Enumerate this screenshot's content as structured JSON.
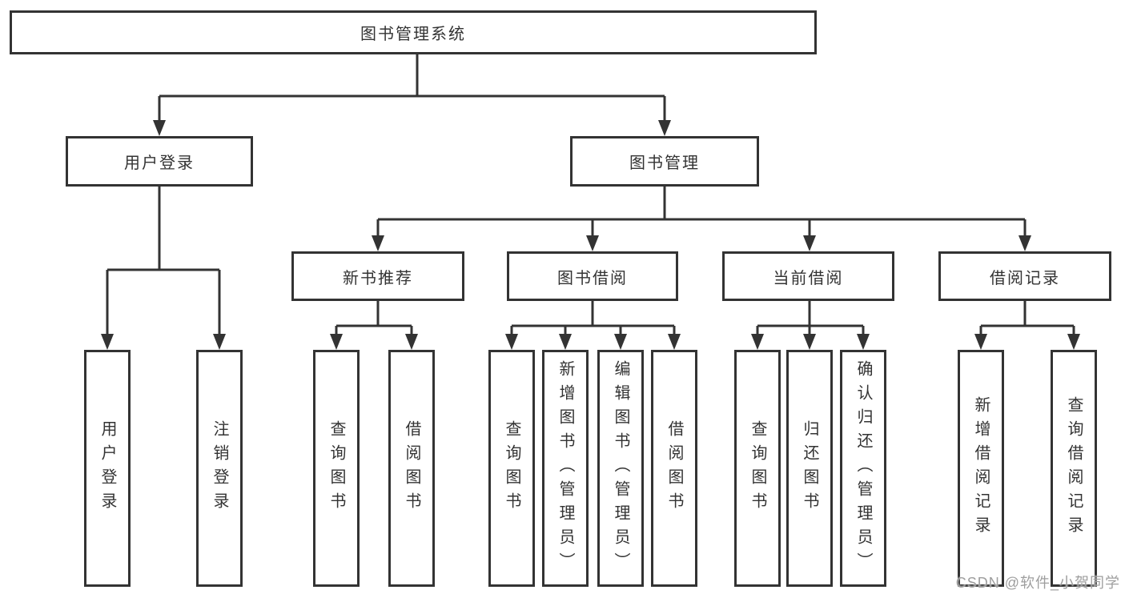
{
  "diagram": {
    "tree": {
      "label": "图书管理系统",
      "children": [
        {
          "label": "用户登录",
          "children": [
            {
              "label": "用户登录"
            },
            {
              "label": "注销登录"
            }
          ]
        },
        {
          "label": "图书管理",
          "children": [
            {
              "label": "新书推荐",
              "children": [
                {
                  "label": "查询图书"
                },
                {
                  "label": "借阅图书"
                }
              ]
            },
            {
              "label": "图书借阅",
              "children": [
                {
                  "label": "查询图书"
                },
                {
                  "label": "新增图书（管理员）"
                },
                {
                  "label": "编辑图书（管理员）"
                },
                {
                  "label": "借阅图书"
                }
              ]
            },
            {
              "label": "当前借阅",
              "children": [
                {
                  "label": "查询图书"
                },
                {
                  "label": "归还图书"
                },
                {
                  "label": "确认归还（管理员）"
                }
              ]
            },
            {
              "label": "借阅记录",
              "children": [
                {
                  "label": "新增借阅记录"
                },
                {
                  "label": "查询借阅记录"
                }
              ]
            }
          ]
        }
      ]
    }
  },
  "watermark": {
    "text": "CSDN @软件_小贺同学"
  },
  "colors": {
    "line": "#333333",
    "text": "#333333",
    "watermark": "#9e9e9e",
    "background": "#ffffff"
  }
}
